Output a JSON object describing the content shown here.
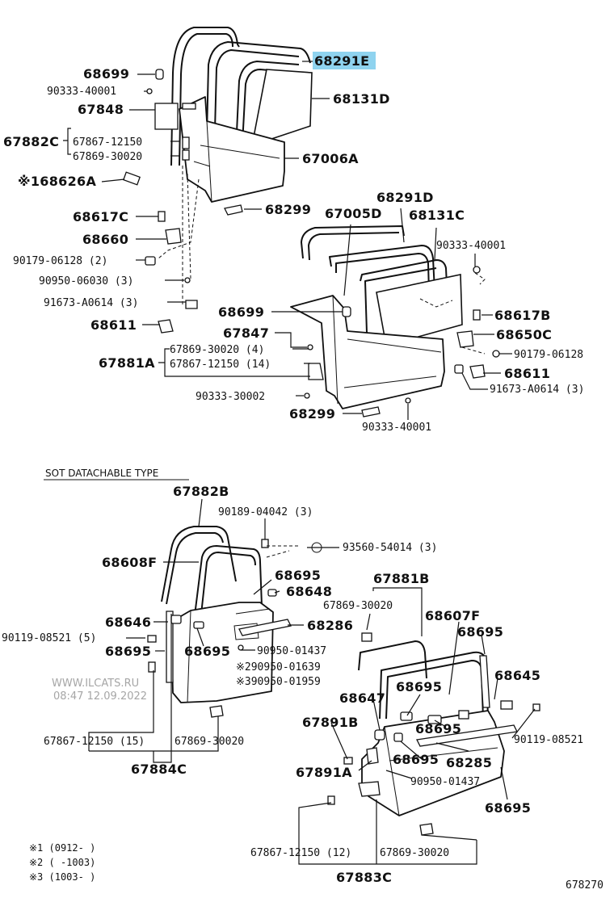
{
  "diagram": {
    "highlighted_part": "68291E",
    "highlight_color": "#8fd3ef",
    "section_title": "SOT DATACHABLE TYPE",
    "watermark": [
      "WWW.ILCATS.RU",
      "08:47 12.09.2022"
    ],
    "figure_number": "678270",
    "footnotes": [
      "※1 (0912-     )",
      "※2 (      -1003)",
      "※3 (1003-     )"
    ],
    "labels": {
      "l68699a": "68699",
      "l90333_40001a": "90333-40001",
      "l67848": "67848",
      "l67882C": "67882C",
      "l67867_12150a": "67867-12150",
      "l67869_30020a": "67869-30020",
      "l68626A": "※168626A",
      "l68291E": "68291E",
      "l68131D": "68131D",
      "l67006A": "67006A",
      "l68299a": "68299",
      "l68617Ca": "68617C",
      "l68660": "68660",
      "l90179_06128_2": "90179-06128 (2)",
      "l90950_06030_3": "90950-06030 (3)",
      "l91673_A0614_3a": "91673-A0614 (3)",
      "l68611a": "68611",
      "l68291D": "68291D",
      "l67005D": "67005D",
      "l68131C": "68131C",
      "l90333_40001b": "90333-40001",
      "l68699b": "68699",
      "l68617B": "68617B",
      "l67847": "67847",
      "l68650C": "68650C",
      "l67869_30020_4": "67869-30020 (4)",
      "l90179_06128": "90179-06128",
      "l67881A": "67881A",
      "l67867_12150_14": "67867-12150 (14)",
      "l68611b": "68611",
      "l91673_A0614_3b": "91673-A0614 (3)",
      "l90333_30002": "90333-30002",
      "l68299b": "68299",
      "l90333_40001c": "90333-40001",
      "l67882B": "67882B",
      "l90189_04042_3": "90189-04042 (3)",
      "l68608F": "68608F",
      "l93560_54014_3": "93560-54014 (3)",
      "l68695a": "68695",
      "l68648": "68648",
      "l67881B": "67881B",
      "l67869_30020b": "67869-30020",
      "l68607F": "68607F",
      "l68646": "68646",
      "l68286": "68286",
      "l68695b": "68695",
      "l90119_08521_5": "90119-08521 (5)",
      "l68695c": "68695",
      "l68695d": "68695",
      "l90950_01437a": "90950-01437",
      "l90950_01639": "※290950-01639",
      "l90950_01959": "※390950-01959",
      "l68645": "68645",
      "l68647": "68647",
      "l68695e": "68695",
      "l67891B": "67891B",
      "l68695f": "68695",
      "l90119_08521": "90119-08521",
      "l67867_12150_15": "67867-12150 (15)",
      "l67869_30020c": "67869-30020",
      "l68695g": "68695",
      "l68285": "68285",
      "l67884C": "67884C",
      "l67891A": "67891A",
      "l90950_01437b": "90950-01437",
      "l68695h": "68695",
      "l67867_12150_12": "67867-12150 (12)",
      "l67869_30020d": "67869-30020",
      "l67883C": "67883C"
    }
  }
}
